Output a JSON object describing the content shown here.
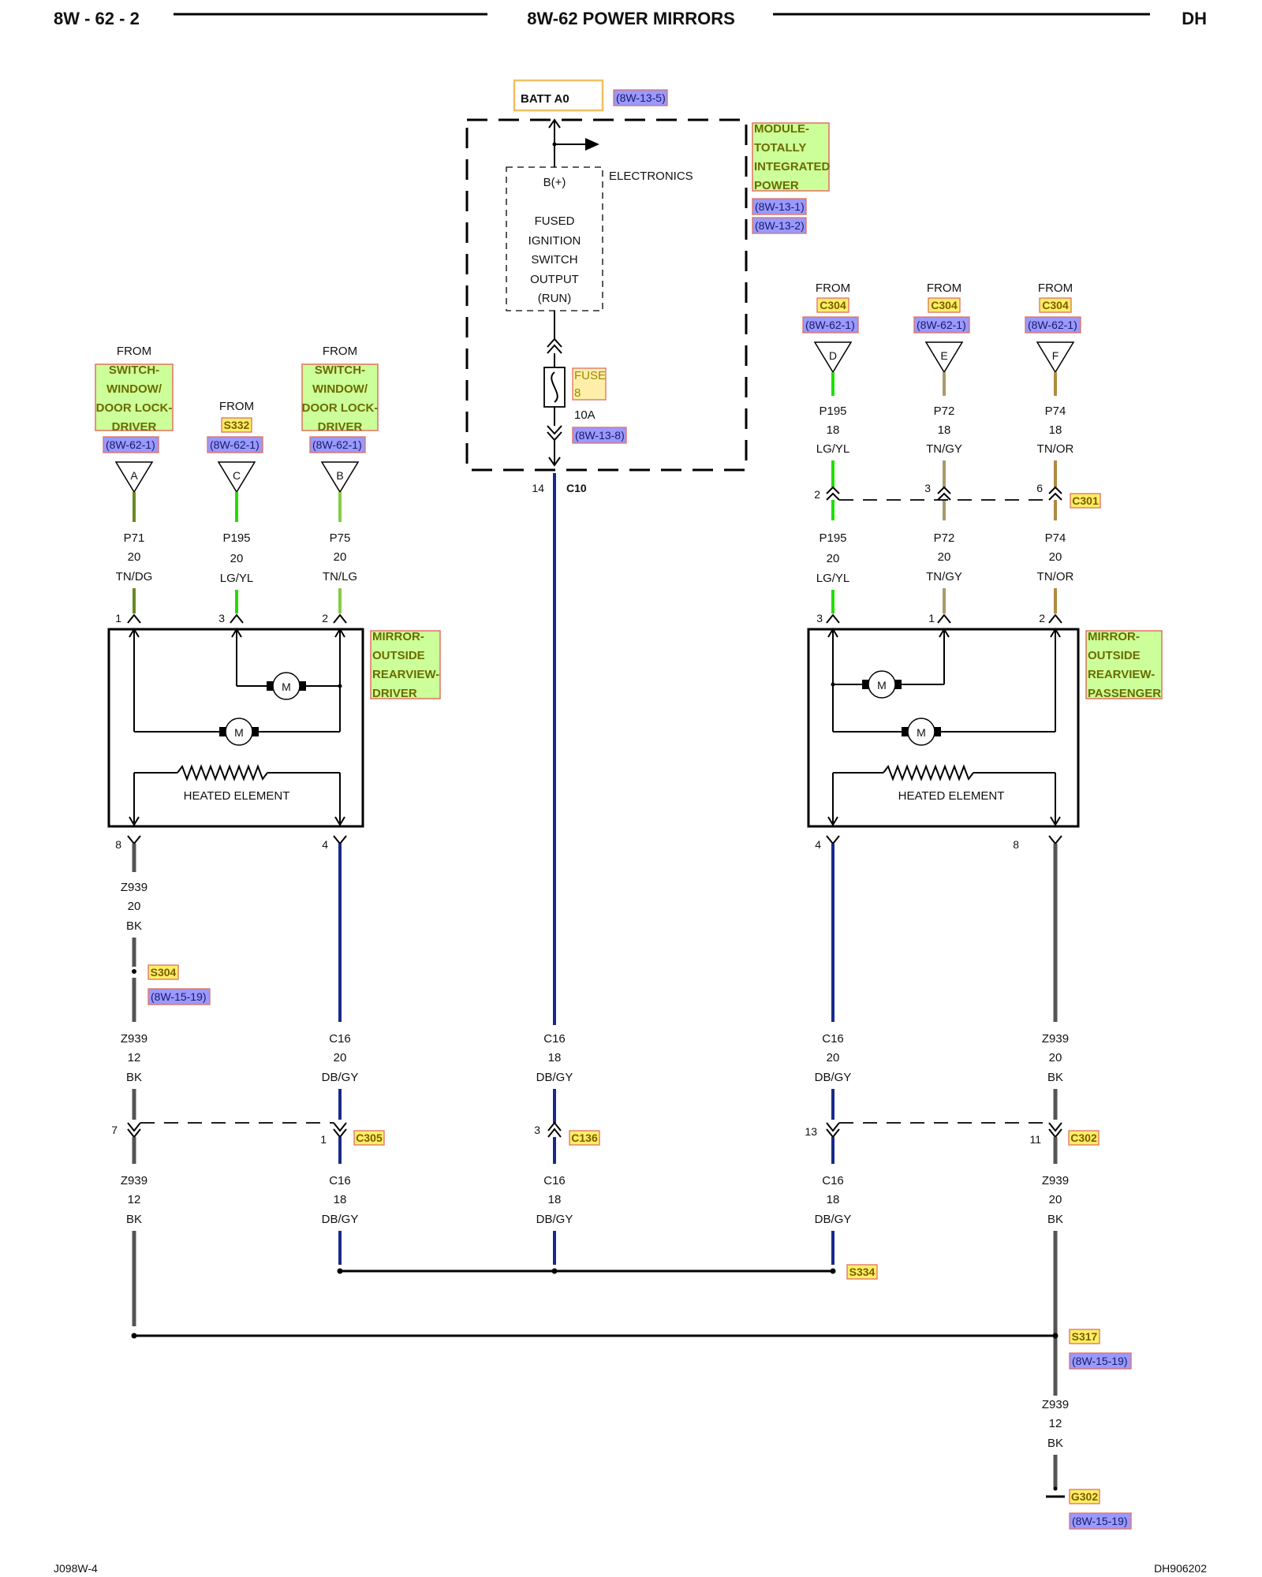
{
  "header": {
    "page_number": "8W - 62 - 2",
    "title": "8W-62 POWER MIRRORS",
    "model": "DH"
  },
  "footer": {
    "left_code": "J098W-4",
    "right_code": "DH906202"
  },
  "power": {
    "batt_label": "BATT A0",
    "batt_ref": "(8W-13-5)",
    "module_name": [
      "MODULE-",
      "TOTALLY",
      "INTEGRATED",
      "POWER"
    ],
    "module_refs": [
      "(8W-13-1)",
      "(8W-13-2)"
    ],
    "electronics_label": "ELECTRONICS",
    "bplus_label": "B(+)",
    "output_lines": [
      "FUSED",
      "IGNITION",
      "SWITCH",
      "OUTPUT",
      "(RUN)"
    ],
    "fuse_label": [
      "FUSE",
      "8"
    ],
    "fuse_rating": "10A",
    "fuse_ref": "(8W-13-8)",
    "connector_pin": "14",
    "connector_name": "C10"
  },
  "left_sources": [
    {
      "from": "FROM",
      "name": [
        "SWITCH-",
        "WINDOW/",
        "DOOR LOCK-",
        "DRIVER"
      ],
      "ref": "(8W-62-1)",
      "letter": "A",
      "circuit": "P71",
      "gauge": "20",
      "color": "TN/DG",
      "pin": "1"
    },
    {
      "from": "FROM",
      "splice": "S332",
      "ref": "(8W-62-1)",
      "letter": "C",
      "circuit": "P195",
      "gauge": "20",
      "color": "LG/YL",
      "pin": "3"
    },
    {
      "from": "FROM",
      "name": [
        "SWITCH-",
        "WINDOW/",
        "DOOR LOCK-",
        "DRIVER"
      ],
      "ref": "(8W-62-1)",
      "letter": "B",
      "circuit": "P75",
      "gauge": "20",
      "color": "TN/LG",
      "pin": "2"
    }
  ],
  "right_sources": [
    {
      "from": "FROM",
      "connector": "C304",
      "ref": "(8W-62-1)",
      "letter": "D",
      "circuit": "P195",
      "gauge": "18",
      "color": "LG/YL",
      "c301_pin": "2",
      "circuit2": "P195",
      "gauge2": "20",
      "color2": "LG/YL",
      "pin": "3"
    },
    {
      "from": "FROM",
      "connector": "C304",
      "ref": "(8W-62-1)",
      "letter": "E",
      "circuit": "P72",
      "gauge": "18",
      "color": "TN/GY",
      "c301_pin": "3",
      "circuit2": "P72",
      "gauge2": "20",
      "color2": "TN/GY",
      "pin": "1"
    },
    {
      "from": "FROM",
      "connector": "C304",
      "ref": "(8W-62-1)",
      "letter": "F",
      "circuit": "P74",
      "gauge": "18",
      "color": "TN/OR",
      "c301_pin": "6",
      "circuit2": "P74",
      "gauge2": "20",
      "color2": "TN/OR",
      "pin": "2"
    }
  ],
  "c301_label": "C301",
  "mirror_driver": {
    "name": [
      "MIRROR-",
      "OUTSIDE",
      "REARVIEW-",
      "DRIVER"
    ],
    "motor_label": "M",
    "heater_label": "HEATED ELEMENT",
    "ground_pin": "8",
    "feed_pin": "4"
  },
  "mirror_passenger": {
    "name": [
      "MIRROR-",
      "OUTSIDE",
      "REARVIEW-",
      "PASSENGER"
    ],
    "motor_label": "M",
    "heater_label": "HEATED ELEMENT",
    "feed_pin": "4",
    "ground_pin": "8"
  },
  "lower": {
    "drv_gnd_upper": {
      "circuit": "Z939",
      "gauge": "20",
      "color": "BK"
    },
    "s304": "S304",
    "s304_ref": "(8W-15-19)",
    "drv_gnd_mid": {
      "circuit": "Z939",
      "gauge": "12",
      "color": "BK"
    },
    "drv_feed_mid": {
      "circuit": "C16",
      "gauge": "20",
      "color": "DB/GY"
    },
    "center_mid": {
      "circuit": "C16",
      "gauge": "18",
      "color": "DB/GY"
    },
    "pas_feed_mid": {
      "circuit": "C16",
      "gauge": "20",
      "color": "DB/GY"
    },
    "pas_gnd_mid": {
      "circuit": "Z939",
      "gauge": "20",
      "color": "BK"
    },
    "c305_pins": [
      "7",
      "1"
    ],
    "c305": "C305",
    "c136_pin": "3",
    "c136": "C136",
    "c302_pins": [
      "13",
      "11"
    ],
    "c302": "C302",
    "drv_gnd_low": {
      "circuit": "Z939",
      "gauge": "12",
      "color": "BK"
    },
    "drv_feed_low": {
      "circuit": "C16",
      "gauge": "18",
      "color": "DB/GY"
    },
    "center_low": {
      "circuit": "C16",
      "gauge": "18",
      "color": "DB/GY"
    },
    "pas_feed_low": {
      "circuit": "C16",
      "gauge": "18",
      "color": "DB/GY"
    },
    "pas_gnd_low": {
      "circuit": "Z939",
      "gauge": "20",
      "color": "BK"
    },
    "s334": "S334",
    "s317": "S317",
    "s317_ref": "(8W-15-19)",
    "ground_wire": {
      "circuit": "Z939",
      "gauge": "12",
      "color": "BK"
    },
    "g302": "G302",
    "g302_ref": "(8W-15-19)"
  }
}
